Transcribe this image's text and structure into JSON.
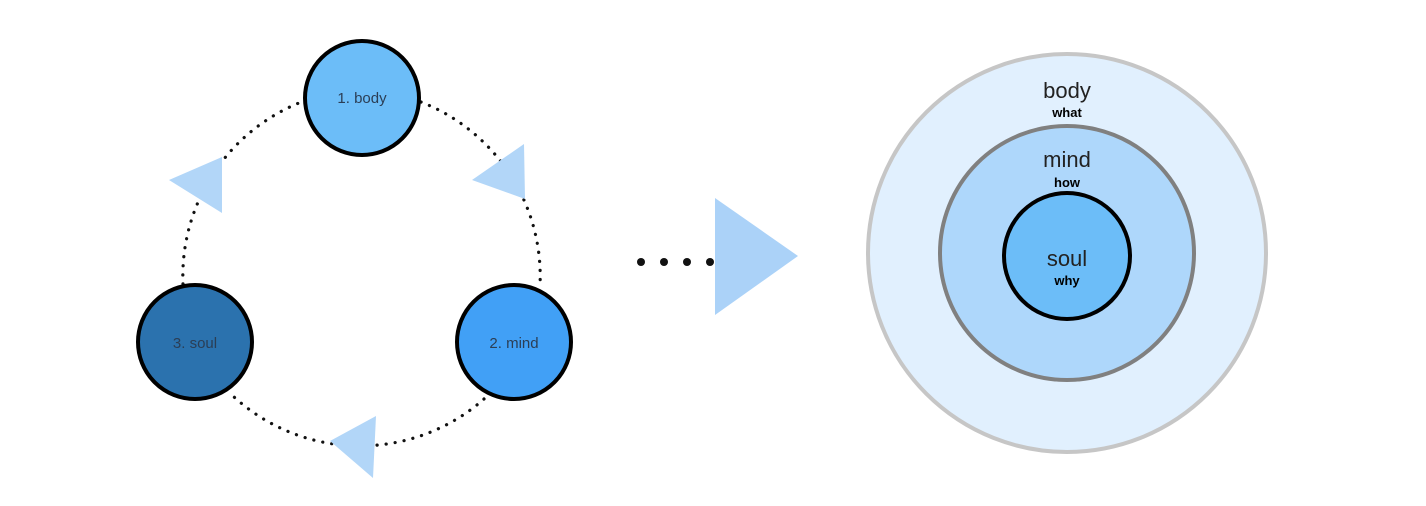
{
  "cycle": {
    "nodes": [
      {
        "label": "1. body",
        "color": "#6cbdf8"
      },
      {
        "label": "2. mind",
        "color": "#41a0f6"
      },
      {
        "label": "3. soul",
        "color": "#2b72ae"
      }
    ],
    "arrow_color": "#b2d6f8",
    "path_color": "#111111"
  },
  "transition": {
    "arrow_color": "#abd2f8",
    "dot_color": "#111111"
  },
  "layers": [
    {
      "title": "body",
      "subtitle": "what",
      "fill": "#e1f0fe",
      "stroke": "#c6c6c6"
    },
    {
      "title": "mind",
      "subtitle": "how",
      "fill": "#aed7fb",
      "stroke": "#808080"
    },
    {
      "title": "soul",
      "subtitle": "why",
      "fill": "#6cbdf8",
      "stroke": "#000000"
    }
  ]
}
